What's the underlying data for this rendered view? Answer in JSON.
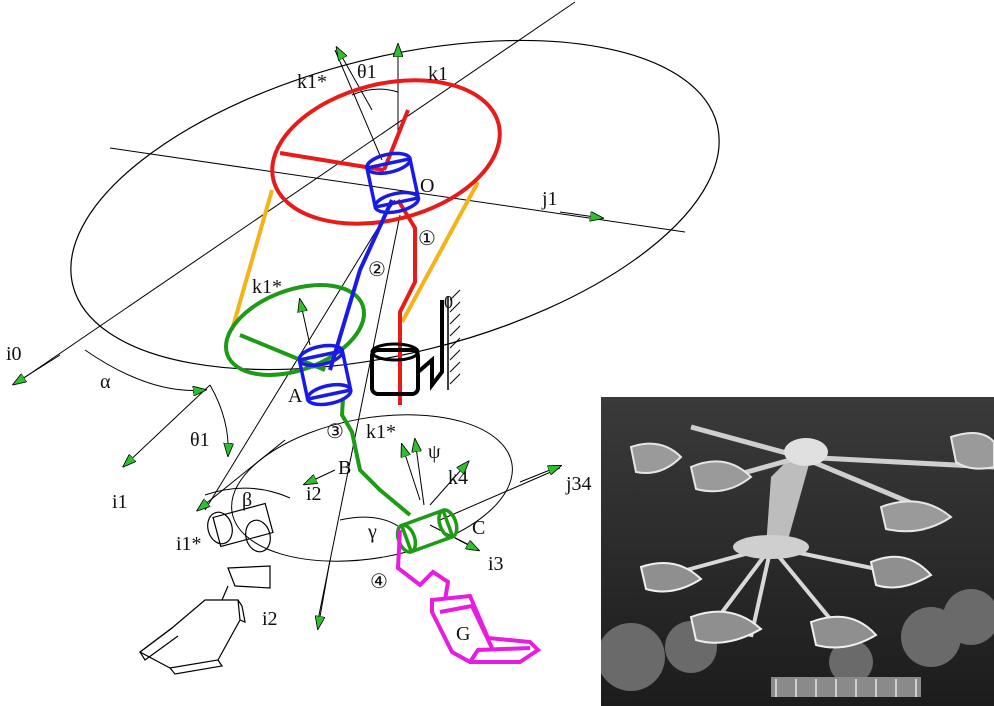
{
  "labels": {
    "k1star_top": "k1*",
    "theta1_top": "θ1",
    "k1_top": "k1",
    "O": "O",
    "j1": "j1",
    "n1": "①",
    "n2": "②",
    "k1star_mid": "k1*",
    "n0": "0",
    "i0": "i0",
    "alpha": "α",
    "A": "A",
    "theta1_left": "θ1",
    "n3": "③",
    "k1star_low": "k1*",
    "psi": "ψ",
    "B": "B",
    "k4": "k4",
    "j34": "j34",
    "i1": "i1",
    "beta": "β",
    "i2_upper": "i2",
    "i1star": "i1*",
    "gamma": "γ",
    "C": "C",
    "i3": "i3",
    "n4": "④",
    "i2_lower": "i2",
    "G": "G"
  },
  "colors": {
    "arm1": "#e81b1b",
    "arm2": "#1a1ae6",
    "arm3": "#1e9a16",
    "arm4": "#e81be0",
    "strut": "#f6b21a",
    "arrow": "#2fbf2f",
    "line": "#000000"
  },
  "photo": {
    "type": "grayscale photograph of a rotating fairground ride"
  }
}
